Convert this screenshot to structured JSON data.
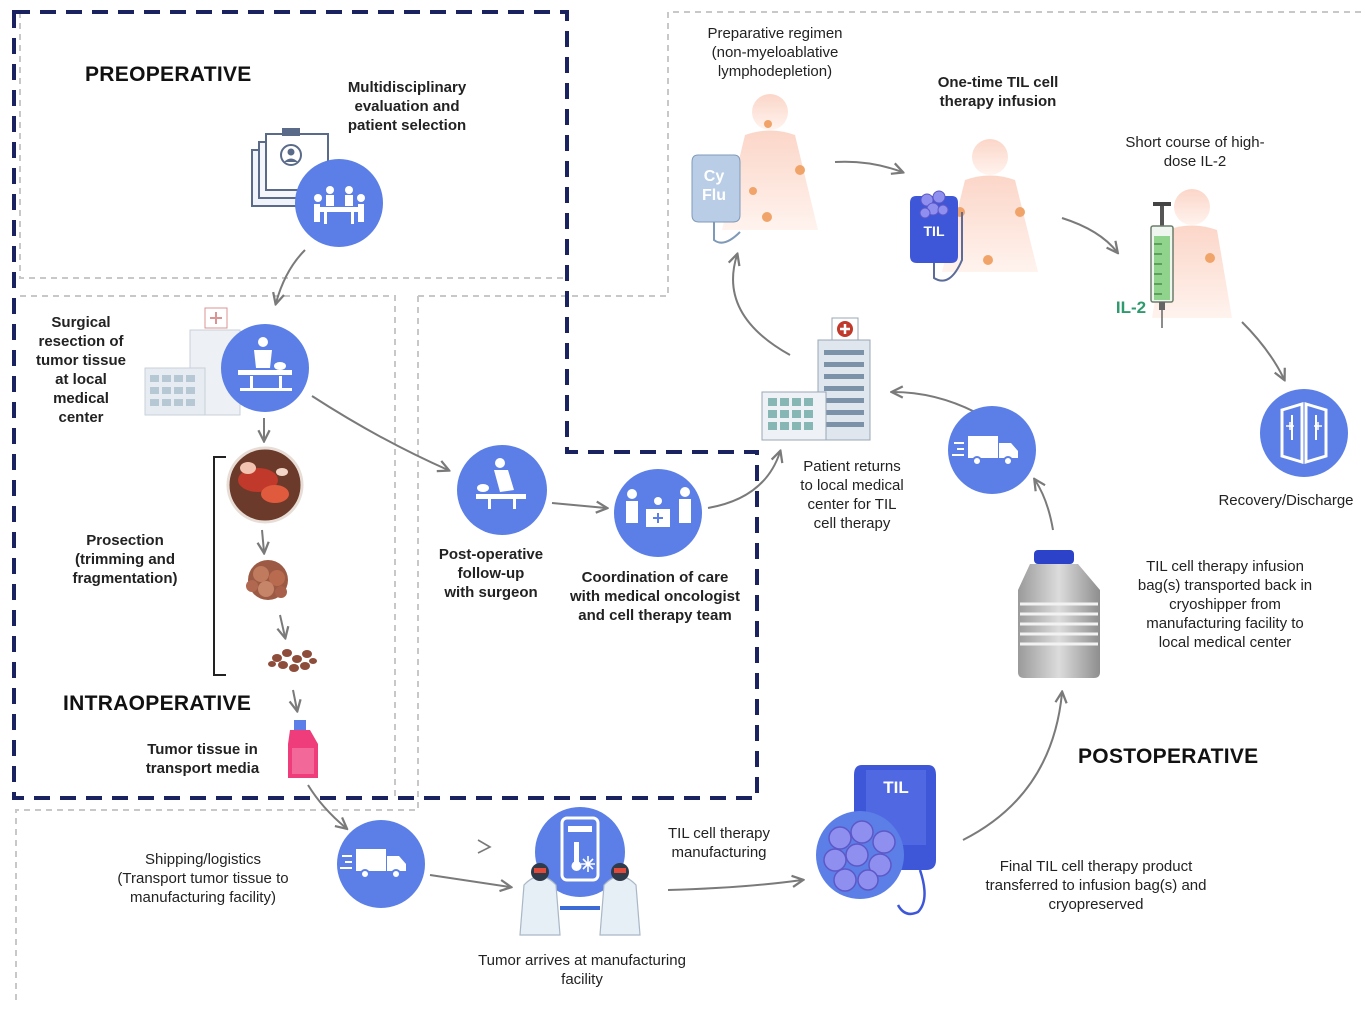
{
  "phases": {
    "preoperative": "PREOPERATIVE",
    "intraoperative": "INTRAOPERATIVE",
    "postoperative": "POSTOPERATIVE"
  },
  "steps": {
    "evaluation": "Multidisciplinary\nevaluation and\npatient selection",
    "surgery": "Surgical\nresection of\ntumor tissue\nat local\nmedical\ncenter",
    "prosection": "Prosection\n(trimming and\nfragmentation)",
    "transport_media": "Tumor tissue in\ntransport media",
    "followup": "Post-operative\nfollow-up\nwith surgeon",
    "coordination": "Coordination of care\nwith medical oncologist\nand cell therapy team",
    "shipping": "Shipping/logistics\n(Transport tumor tissue to\nmanufacturing facility)",
    "arrival": "Tumor arrives at manufacturing\nfacility",
    "manufacturing": "TIL cell therapy\nmanufacturing",
    "final_product": "Final TIL cell therapy product\ntransferred to infusion bag(s) and\ncryopreserved",
    "cryoshipper": "TIL cell therapy infusion\nbag(s) transported back in\ncryoshipper from\nmanufacturing facility to\nlocal medical center",
    "patient_returns": "Patient returns\nto local medical\ncenter for TIL\ncell therapy",
    "preparative": "Preparative regimen\n(non-myeloablative\nlymphodepletion)",
    "infusion": "One-time TIL cell\ntherapy infusion",
    "il2_course": "Short course of high-\ndose IL-2",
    "recovery": "Recovery/Discharge"
  },
  "bag_labels": {
    "cy": "Cy",
    "flu": "Flu",
    "til_small": "TIL",
    "til_large": "TIL",
    "il2": "IL-2"
  },
  "colors": {
    "icon_blue": "#5b7fe6",
    "navy_dash": "#1b2260",
    "gray_dash": "#c8c8c8",
    "arrow": "#7a7a7a",
    "il2_green": "#2e9a6e"
  }
}
